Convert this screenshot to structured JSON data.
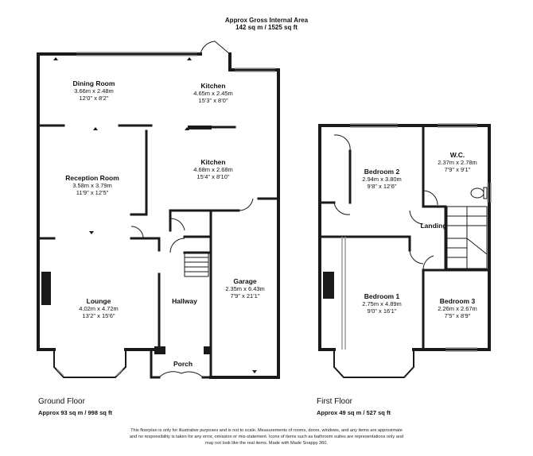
{
  "header": {
    "title": "Approx Gross Internal Area",
    "area": "142 sq m / 1525 sq ft"
  },
  "ground_floor": {
    "title": "Ground Floor",
    "area": "Approx 93 sq m / 998 sq ft",
    "rooms": [
      {
        "name": "Dining Room",
        "metric": "3.66m x 2.48m",
        "imperial": "12'0\" x 8'2\""
      },
      {
        "name": "Kitchen",
        "metric": "4.65m x 2.45m",
        "imperial": "15'3\" x 8'0\""
      },
      {
        "name": "Kitchen",
        "metric": "4.68m x 2.68m",
        "imperial": "15'4\" x 8'10\""
      },
      {
        "name": "Reception Room",
        "metric": "3.58m x 3.79m",
        "imperial": "11'9\" x 12'5\""
      },
      {
        "name": "Garage",
        "metric": "2.35m x 6.43m",
        "imperial": "7'9\" x 21'1\""
      },
      {
        "name": "Lounge",
        "metric": "4.02m x 4.72m",
        "imperial": "13'2\" x 15'6\""
      },
      {
        "name": "Hallway"
      },
      {
        "name": "Porch"
      }
    ]
  },
  "first_floor": {
    "title": "First Floor",
    "area": "Approx 49 sq m / 527 sq ft",
    "rooms": [
      {
        "name": "Bedroom 2",
        "metric": "2.94m x 3.80m",
        "imperial": "9'8\" x 12'6\""
      },
      {
        "name": "W.C.",
        "metric": "2.37m x 2.78m",
        "imperial": "7'9\" x 9'1\""
      },
      {
        "name": "Landing"
      },
      {
        "name": "Bedroom 1",
        "metric": "2.75m x 4.89m",
        "imperial": "9'0\" x 16'1\""
      },
      {
        "name": "Bedroom 3",
        "metric": "2.26m x 2.67m",
        "imperial": "7'5\" x 8'9\""
      }
    ]
  },
  "disclaimer": {
    "line1": "This floorplan is only for illustrative purposes and is not to scale. Measurements of rooms, doors, windows, and any items are approximate",
    "line2": "and no responsibility is taken for any error, omission or mis-statement. Icons of items such as bathroom suites are representations only and",
    "line3": "may not look like the real items. Made with Made Snappy 360."
  },
  "colors": {
    "wall": "#1a1a1a",
    "window": "#9a9a9a",
    "background": "#ffffff"
  }
}
